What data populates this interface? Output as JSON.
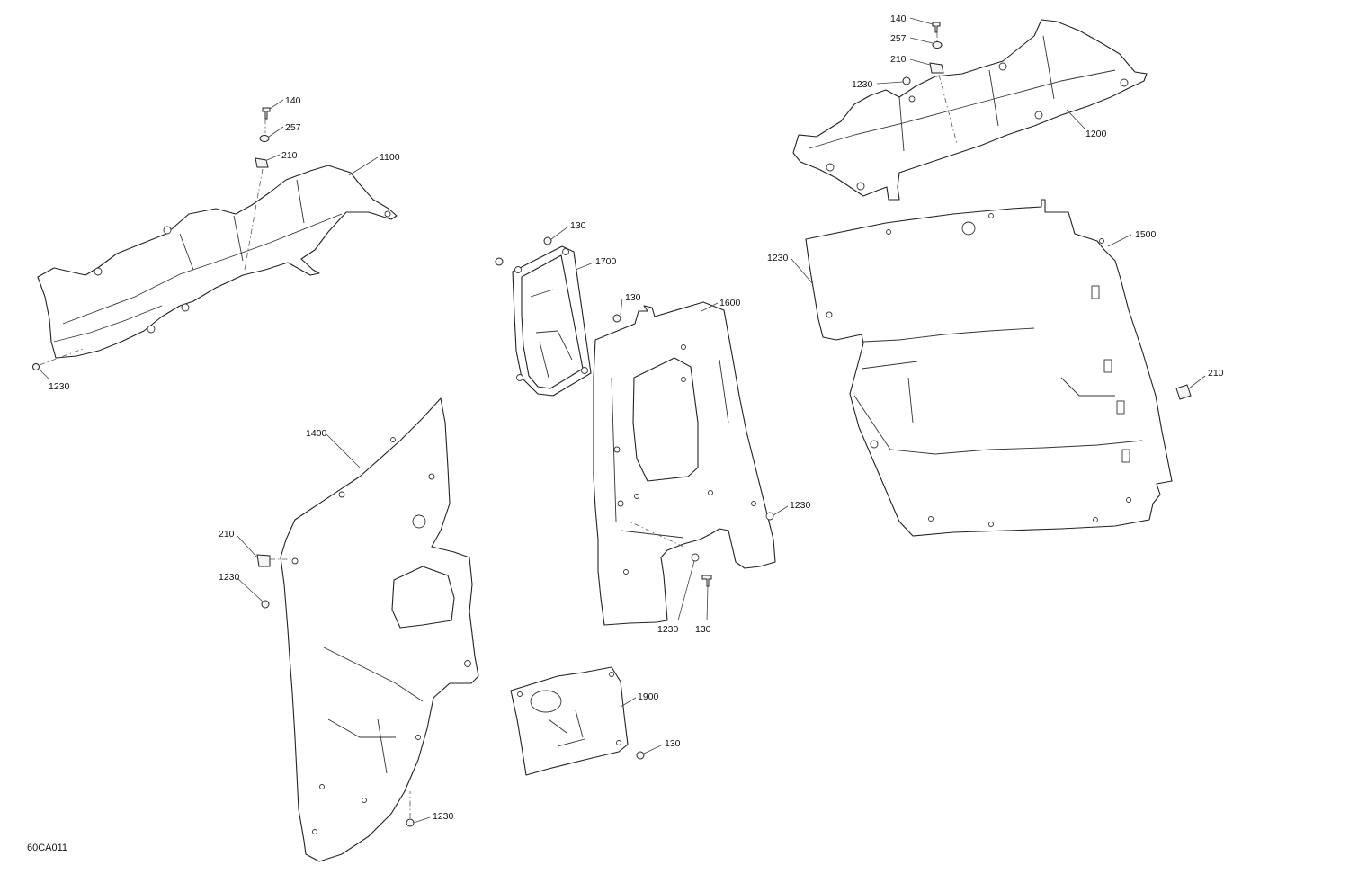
{
  "diagram": {
    "reference": "60CA011",
    "callouts": {
      "c1100_140": "140",
      "c1100_257": "257",
      "c1100_210": "210",
      "c1100_part": "1100",
      "c1100_1230": "1230",
      "c1200_140": "140",
      "c1200_257": "257",
      "c1200_210": "210",
      "c1200_1230": "1230",
      "c1200_part": "1200",
      "c1500_part": "1500",
      "c1500_1230": "1230",
      "c1500_210": "210",
      "c1700_130": "130",
      "c1700_part": "1700",
      "c1600_130": "130",
      "c1600_part": "1600",
      "c1600_1230r": "1230",
      "c1600_1230b": "1230",
      "c1600_130b": "130",
      "c1400_part": "1400",
      "c1400_210": "210",
      "c1400_1230": "1230",
      "c1400_1230b": "1230",
      "c1900_part": "1900",
      "c1900_130": "130"
    }
  }
}
